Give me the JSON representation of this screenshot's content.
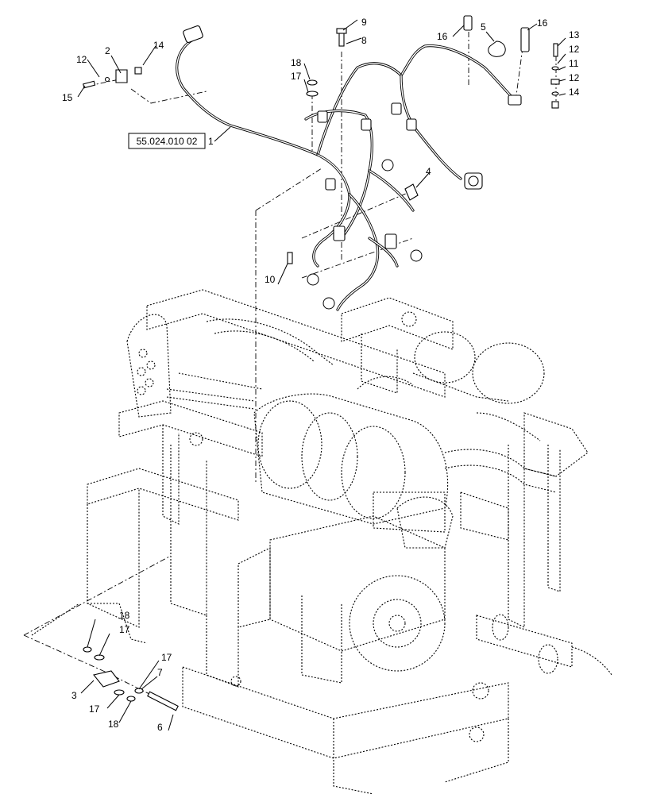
{
  "reference": "55.024.010 02",
  "callouts": [
    {
      "id": "c1",
      "text": "1"
    },
    {
      "id": "c2",
      "text": "2"
    },
    {
      "id": "c3",
      "text": "3"
    },
    {
      "id": "c4",
      "text": "4"
    },
    {
      "id": "c5",
      "text": "5"
    },
    {
      "id": "c6",
      "text": "6"
    },
    {
      "id": "c7",
      "text": "7"
    },
    {
      "id": "c8",
      "text": "8"
    },
    {
      "id": "c9",
      "text": "9"
    },
    {
      "id": "c10",
      "text": "10"
    },
    {
      "id": "c11",
      "text": "11"
    },
    {
      "id": "c12a",
      "text": "12"
    },
    {
      "id": "c12b",
      "text": "12"
    },
    {
      "id": "c12c",
      "text": "12"
    },
    {
      "id": "c13",
      "text": "13"
    },
    {
      "id": "c14a",
      "text": "14"
    },
    {
      "id": "c14b",
      "text": "14"
    },
    {
      "id": "c15",
      "text": "15"
    },
    {
      "id": "c16a",
      "text": "16"
    },
    {
      "id": "c16b",
      "text": "16"
    },
    {
      "id": "c17a",
      "text": "17"
    },
    {
      "id": "c17b",
      "text": "17"
    },
    {
      "id": "c17c",
      "text": "17"
    },
    {
      "id": "c17d",
      "text": "17"
    },
    {
      "id": "c18a",
      "text": "18"
    },
    {
      "id": "c18b",
      "text": "18"
    },
    {
      "id": "c18c",
      "text": "18"
    }
  ]
}
